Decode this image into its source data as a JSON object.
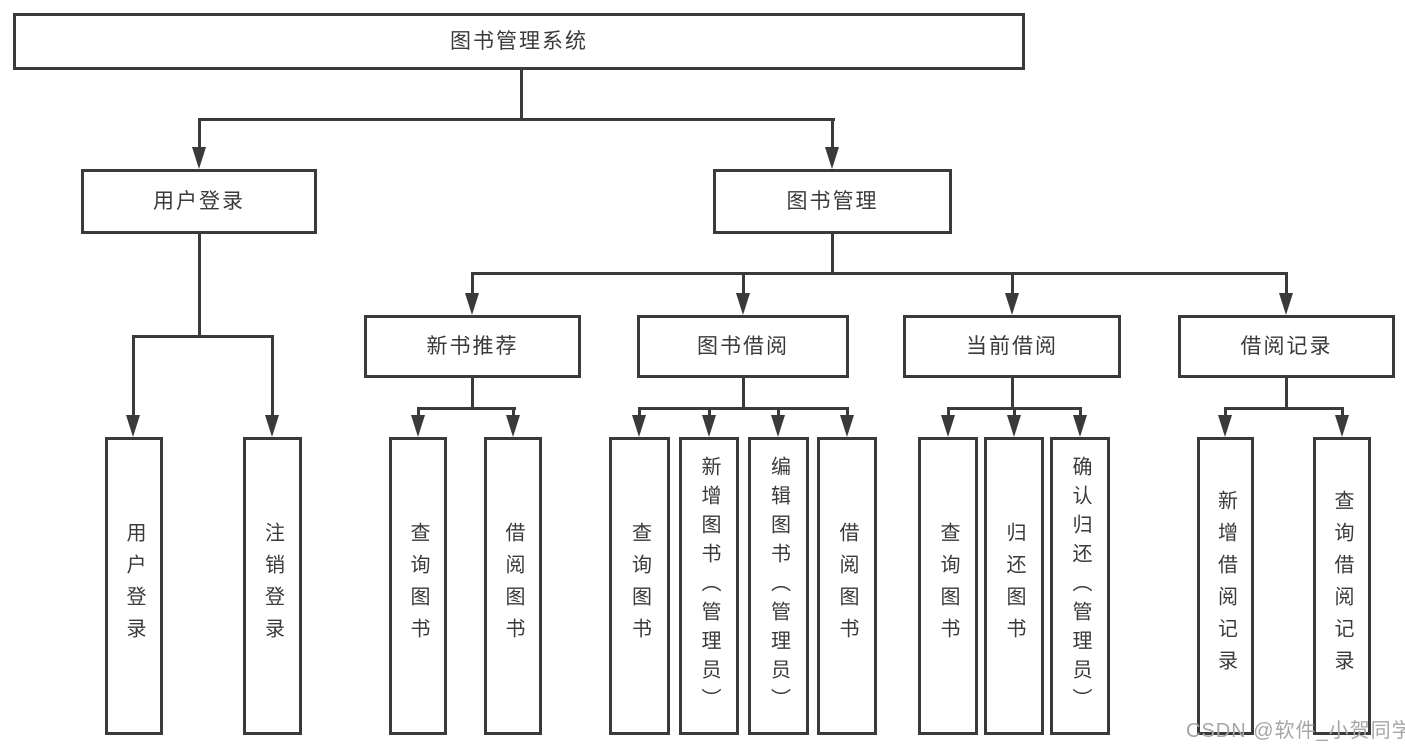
{
  "tree": {
    "root": {
      "label": "图书管理系统",
      "children": [
        {
          "label": "用户登录",
          "children": [
            {
              "label": "用户登录"
            },
            {
              "label": "注销登录"
            }
          ]
        },
        {
          "label": "图书管理",
          "children": [
            {
              "label": "新书推荐",
              "children": [
                {
                  "label": "查询图书"
                },
                {
                  "label": "借阅图书"
                }
              ]
            },
            {
              "label": "图书借阅",
              "children": [
                {
                  "label": "查询图书"
                },
                {
                  "label": "新增图书（管理员）"
                },
                {
                  "label": "编辑图书（管理员）"
                },
                {
                  "label": "借阅图书"
                }
              ]
            },
            {
              "label": "当前借阅",
              "children": [
                {
                  "label": "查询图书"
                },
                {
                  "label": "归还图书"
                },
                {
                  "label": "确认归还（管理员）"
                }
              ]
            },
            {
              "label": "借阅记录",
              "children": [
                {
                  "label": "新增借阅记录"
                },
                {
                  "label": "查询借阅记录"
                }
              ]
            }
          ]
        }
      ]
    }
  },
  "watermark": {
    "text": "CSDN @软件_小贺同学"
  },
  "colors": {
    "line": "#3a3a3a",
    "watermark_gray": "#a6a6a6",
    "background": "#ffffff"
  }
}
